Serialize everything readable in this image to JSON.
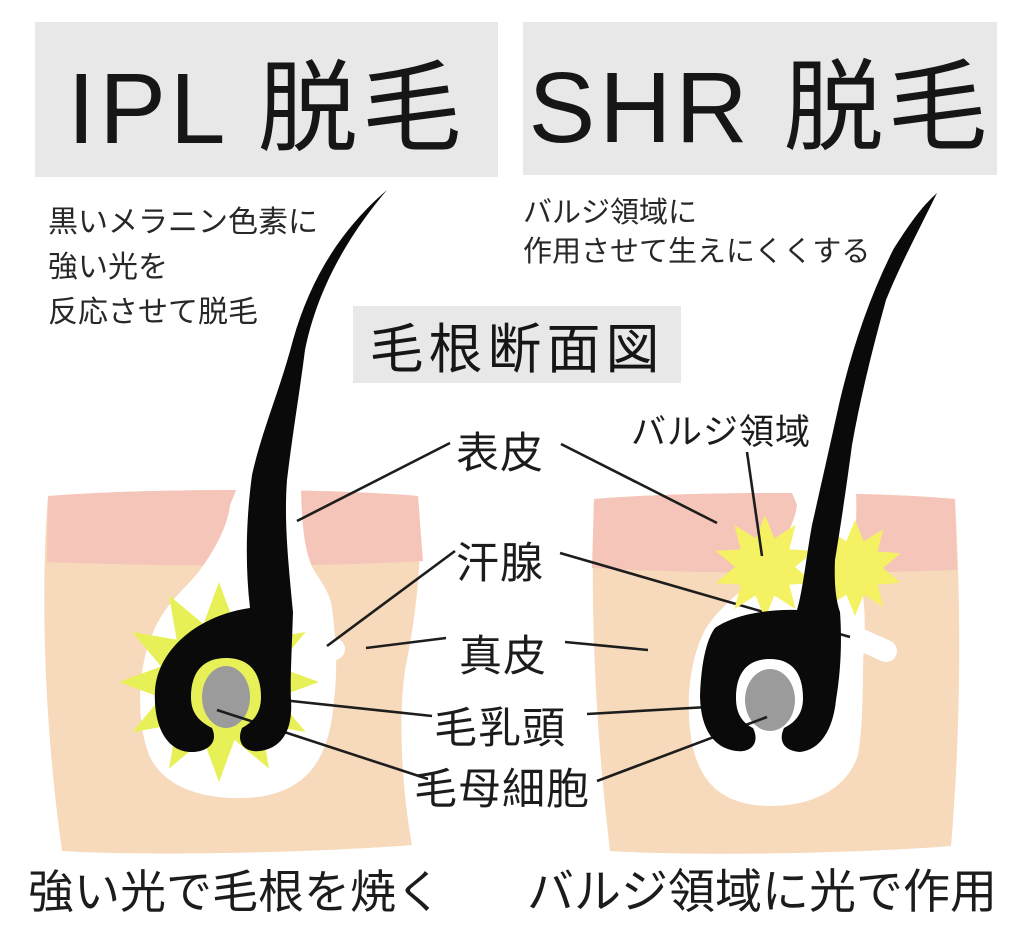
{
  "headers": {
    "left": "IPL 脱毛",
    "right": "SHR 脱毛"
  },
  "descriptions": {
    "left_lines": [
      "黒いメラニン色素に",
      "強い光を",
      "反応させて脱毛"
    ],
    "right_lines": [
      "バルジ領域に",
      "作用させて生えにくくする"
    ]
  },
  "diagram_title": "毛根断面図",
  "labels": {
    "epidermis": "表皮",
    "sweat_gland": "汗腺",
    "dermis": "真皮",
    "hair_papilla": "毛乳頭",
    "hair_matrix": "毛母細胞",
    "bulge": "バルジ領域"
  },
  "captions": {
    "left": "強い光で毛根を焼く",
    "right": "バルジ領域に光で作用"
  },
  "colors": {
    "panel_bg": "#e9e8e8",
    "epidermis_pink": "#f6c5ba",
    "dermis_peach": "#f7d9bb",
    "pocket_white": "#ffffff",
    "burst_left": "#e7f157",
    "burst_right": "#f4f163",
    "papilla_gray": "#9b9b9b",
    "hair_black": "#0a0a0a",
    "line_dark": "#1d1d1d",
    "text_dark": "#1c1c1c"
  }
}
